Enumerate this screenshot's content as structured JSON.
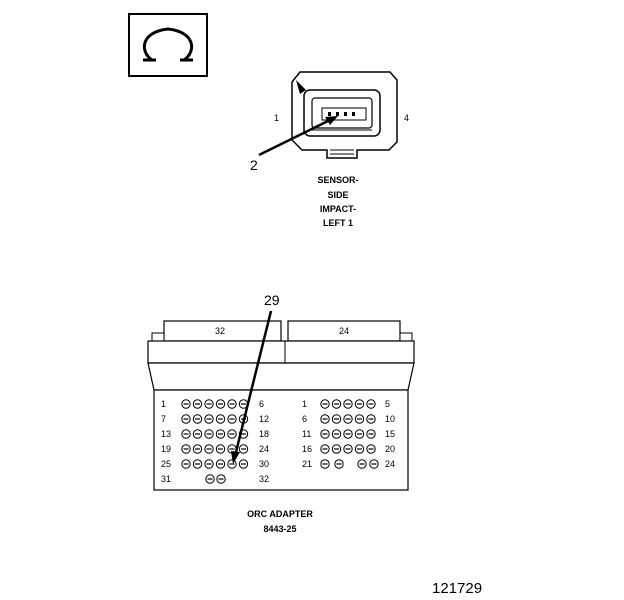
{
  "symbol": {
    "name": "ohm-symbol",
    "glyph": "Ω"
  },
  "sensor": {
    "caption_lines": [
      "SENSOR-",
      "SIDE",
      "IMPACT-",
      "LEFT 1"
    ],
    "pin_left": "1",
    "pin_right": "4",
    "callout": "2"
  },
  "adapter": {
    "callout": "29",
    "block_left_label": "32",
    "block_right_label": "24",
    "caption": "ORC ADAPTER",
    "part_number": "8443-25",
    "left_rows": [
      {
        "start": "1",
        "end": "6",
        "count": 6
      },
      {
        "start": "7",
        "end": "12",
        "count": 6
      },
      {
        "start": "13",
        "end": "18",
        "count": 6
      },
      {
        "start": "19",
        "end": "24",
        "count": 6
      },
      {
        "start": "25",
        "end": "30",
        "count": 6
      },
      {
        "start": "31",
        "end": "32",
        "count": 2
      }
    ],
    "right_rows": [
      {
        "start": "1",
        "end": "5",
        "count": 5
      },
      {
        "start": "6",
        "end": "10",
        "count": 5
      },
      {
        "start": "11",
        "end": "15",
        "count": 5
      },
      {
        "start": "16",
        "end": "20",
        "count": 5
      },
      {
        "start": "21",
        "end": "24",
        "count": 4
      }
    ]
  },
  "figure_number": "121729"
}
